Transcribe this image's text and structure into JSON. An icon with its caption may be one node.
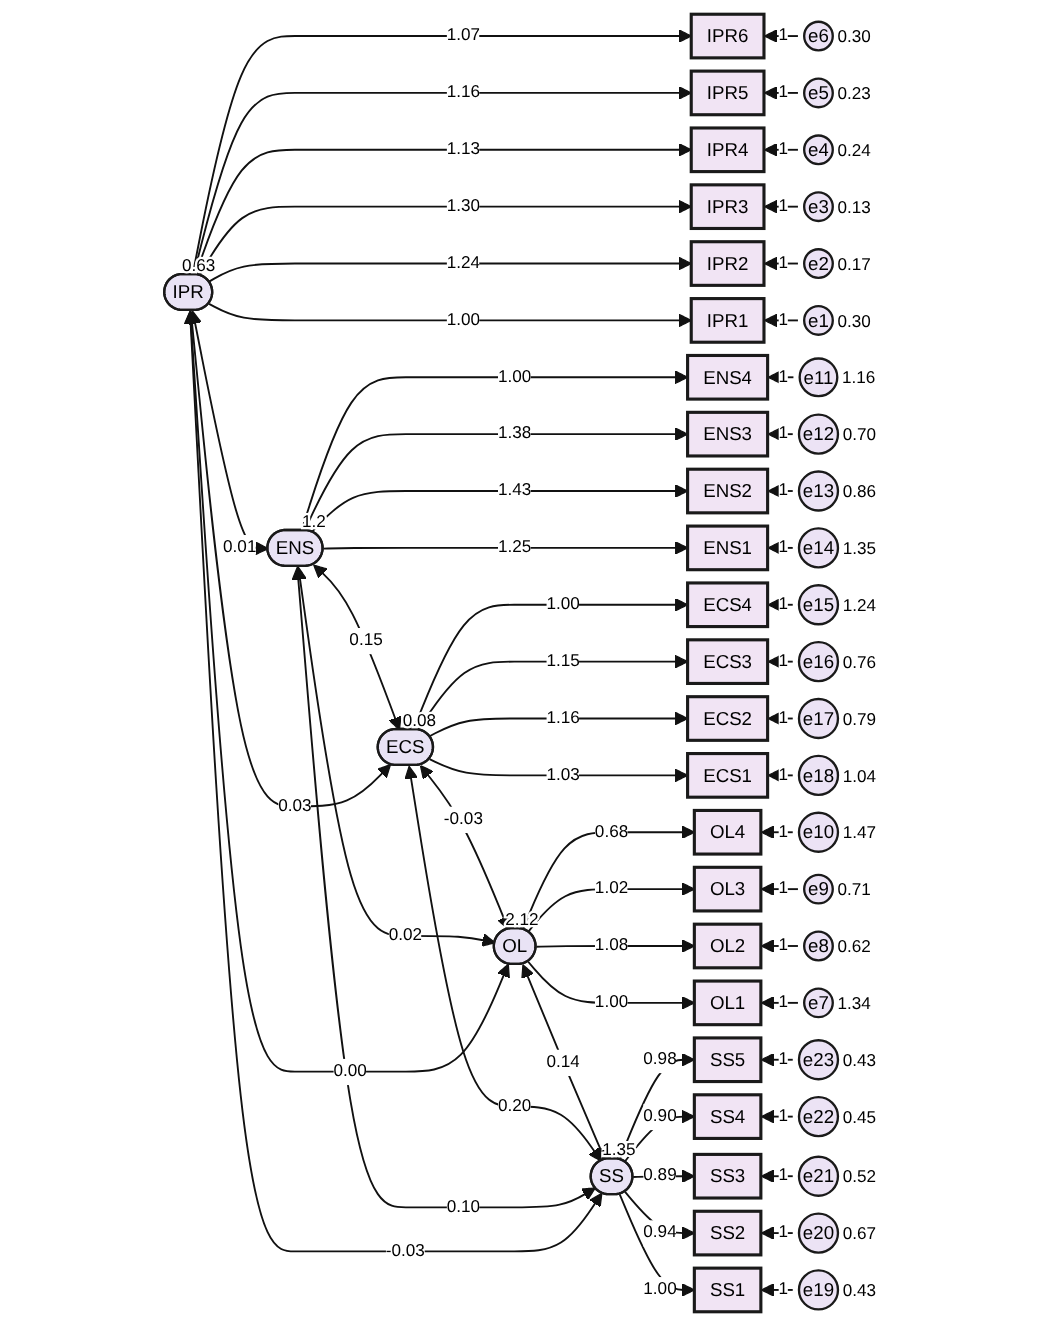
{
  "diagram": {
    "nodes": [
      {
        "text": [
          "IPR"
        ],
        "beside": [
          "0.63"
        ]
      },
      {
        "text": [
          "IPR6"
        ]
      },
      {
        "text": [
          "IPR5"
        ]
      },
      {
        "text": [
          "IPR4"
        ]
      },
      {
        "text": [
          "IPR3"
        ]
      },
      {
        "text": [
          "IPR2"
        ]
      },
      {
        "text": [
          "IPR1"
        ]
      },
      {
        "text": [
          "e6"
        ],
        "beside": [
          "0.30"
        ]
      },
      {
        "text": [
          "e5"
        ],
        "beside": [
          "0.23"
        ]
      },
      {
        "text": [
          "e4"
        ],
        "beside": [
          "0.24"
        ]
      },
      {
        "text": [
          "e3"
        ],
        "beside": [
          "0.13"
        ]
      },
      {
        "text": [
          "e2"
        ],
        "beside": [
          "0.17"
        ]
      },
      {
        "text": [
          "e1"
        ],
        "beside": [
          "0.30"
        ]
      },
      {
        "text": [
          "ENS"
        ],
        "beside": [
          "1.2"
        ]
      },
      {
        "text": [
          "ENS4"
        ]
      },
      {
        "text": [
          "ENS3"
        ]
      },
      {
        "text": [
          "ENS2"
        ]
      },
      {
        "text": [
          "ENS1"
        ]
      },
      {
        "text": [
          "e11"
        ],
        "beside": [
          "1.16"
        ]
      },
      {
        "text": [
          "e12"
        ],
        "beside": [
          "0.70"
        ]
      },
      {
        "text": [
          "e13"
        ],
        "beside": [
          "0.86"
        ]
      },
      {
        "text": [
          "e14"
        ],
        "beside": [
          "1.35"
        ]
      },
      {
        "text": [
          "ECS"
        ],
        "beside": [
          "0.08"
        ]
      },
      {
        "text": [
          "ECS4"
        ]
      },
      {
        "text": [
          "ECS3"
        ]
      },
      {
        "text": [
          "ECS2"
        ]
      },
      {
        "text": [
          "ECS1"
        ]
      },
      {
        "text": [
          "e15"
        ],
        "beside": [
          "1.24"
        ]
      },
      {
        "text": [
          "e16"
        ],
        "beside": [
          "0.76"
        ]
      },
      {
        "text": [
          "e17"
        ],
        "beside": [
          "0.79"
        ]
      },
      {
        "text": [
          "e18"
        ],
        "beside": [
          "1.04"
        ]
      },
      {
        "text": [
          "OL"
        ],
        "beside": [
          "2.12"
        ]
      },
      {
        "text": [
          "OL4"
        ]
      },
      {
        "text": [
          "OL3"
        ]
      },
      {
        "text": [
          "OL2"
        ]
      },
      {
        "text": [
          "OL1"
        ]
      },
      {
        "text": [
          "e10"
        ],
        "beside": [
          "1.47"
        ]
      },
      {
        "text": [
          "e9"
        ],
        "beside": [
          "0.71"
        ]
      },
      {
        "text": [
          "e8"
        ],
        "beside": [
          "0.62"
        ]
      },
      {
        "text": [
          "e7"
        ],
        "beside": [
          "1.34"
        ]
      },
      {
        "text": [
          "SS"
        ],
        "beside": [
          "1.35"
        ]
      },
      {
        "text": [
          "SS5"
        ]
      },
      {
        "text": [
          "SS4"
        ]
      },
      {
        "text": [
          "SS3"
        ]
      },
      {
        "text": [
          "SS2"
        ]
      },
      {
        "text": [
          "SS1"
        ]
      },
      {
        "text": [
          "e23"
        ],
        "beside": [
          "0.43"
        ]
      },
      {
        "text": [
          "e22"
        ],
        "beside": [
          "0.45"
        ]
      },
      {
        "text": [
          "e21"
        ],
        "beside": [
          "0.52"
        ]
      },
      {
        "text": [
          "e20"
        ],
        "beside": [
          "0.67"
        ]
      },
      {
        "text": [
          "e19"
        ],
        "beside": [
          "0.43"
        ]
      }
    ],
    "edges": [
      {
        "from": 0,
        "to": 1,
        "arrow": "to",
        "label": "1.07"
      },
      {
        "from": 0,
        "to": 2,
        "arrow": "to",
        "label": "1.16"
      },
      {
        "from": 0,
        "to": 3,
        "arrow": "to",
        "label": "1.13"
      },
      {
        "from": 0,
        "to": 4,
        "arrow": "to",
        "label": "1.30"
      },
      {
        "from": 0,
        "to": 5,
        "arrow": "to",
        "label": "1.24"
      },
      {
        "from": 0,
        "to": 6,
        "arrow": "to",
        "label": "1.00"
      },
      {
        "from": 7,
        "to": 1,
        "arrow": "to",
        "label": "1"
      },
      {
        "from": 8,
        "to": 2,
        "arrow": "to",
        "label": "1"
      },
      {
        "from": 9,
        "to": 3,
        "arrow": "to",
        "label": "1"
      },
      {
        "from": 10,
        "to": 4,
        "arrow": "to",
        "label": "1"
      },
      {
        "from": 11,
        "to": 5,
        "arrow": "to",
        "label": "1"
      },
      {
        "from": 12,
        "to": 6,
        "arrow": "to",
        "label": "1"
      },
      {
        "from": 13,
        "to": 14,
        "arrow": "to",
        "label": "1.00"
      },
      {
        "from": 13,
        "to": 15,
        "arrow": "to",
        "label": "1.38"
      },
      {
        "from": 13,
        "to": 16,
        "arrow": "to",
        "label": "1.43"
      },
      {
        "from": 13,
        "to": 17,
        "arrow": "to",
        "label": "1.25"
      },
      {
        "from": 18,
        "to": 14,
        "arrow": "to",
        "label": "1"
      },
      {
        "from": 19,
        "to": 15,
        "arrow": "to",
        "label": "1"
      },
      {
        "from": 20,
        "to": 16,
        "arrow": "to",
        "label": "1"
      },
      {
        "from": 21,
        "to": 17,
        "arrow": "to",
        "label": "1"
      },
      {
        "from": 22,
        "to": 23,
        "arrow": "to",
        "label": "1.00"
      },
      {
        "from": 22,
        "to": 24,
        "arrow": "to",
        "label": "1.15"
      },
      {
        "from": 22,
        "to": 25,
        "arrow": "to",
        "label": "1.16"
      },
      {
        "from": 22,
        "to": 26,
        "arrow": "to",
        "label": "1.03"
      },
      {
        "from": 27,
        "to": 23,
        "arrow": "to",
        "label": "1"
      },
      {
        "from": 28,
        "to": 24,
        "arrow": "to",
        "label": "1"
      },
      {
        "from": 29,
        "to": 25,
        "arrow": "to",
        "label": "1"
      },
      {
        "from": 30,
        "to": 26,
        "arrow": "to",
        "label": "1"
      },
      {
        "from": 31,
        "to": 32,
        "arrow": "to",
        "label": "0.68"
      },
      {
        "from": 31,
        "to": 33,
        "arrow": "to",
        "label": "1.02"
      },
      {
        "from": 31,
        "to": 34,
        "arrow": "to",
        "label": "1.08"
      },
      {
        "from": 31,
        "to": 35,
        "arrow": "to",
        "label": "1.00"
      },
      {
        "from": 36,
        "to": 32,
        "arrow": "to",
        "label": "1"
      },
      {
        "from": 37,
        "to": 33,
        "arrow": "to",
        "label": "1"
      },
      {
        "from": 38,
        "to": 34,
        "arrow": "to",
        "label": "1"
      },
      {
        "from": 39,
        "to": 35,
        "arrow": "to",
        "label": "1"
      },
      {
        "from": 40,
        "to": 41,
        "arrow": "to",
        "label": "0.98"
      },
      {
        "from": 40,
        "to": 42,
        "arrow": "to",
        "label": "0.90"
      },
      {
        "from": 40,
        "to": 43,
        "arrow": "to",
        "label": "0.89"
      },
      {
        "from": 40,
        "to": 44,
        "arrow": "to",
        "label": "0.94"
      },
      {
        "from": 40,
        "to": 45,
        "arrow": "to",
        "label": "1.00"
      },
      {
        "from": 46,
        "to": 41,
        "arrow": "to",
        "label": "1"
      },
      {
        "from": 47,
        "to": 42,
        "arrow": "to",
        "label": "1"
      },
      {
        "from": 48,
        "to": 43,
        "arrow": "to",
        "label": "1"
      },
      {
        "from": 49,
        "to": 44,
        "arrow": "to",
        "label": "1"
      },
      {
        "from": 50,
        "to": 45,
        "arrow": "to",
        "label": "1"
      },
      {
        "from": 0,
        "to": 13,
        "arrow": "both",
        "label": "0.01"
      },
      {
        "from": 0,
        "to": 22,
        "arrow": "both",
        "label": "0.03"
      },
      {
        "from": 0,
        "to": 31,
        "arrow": "both",
        "label": "0.00"
      },
      {
        "from": 0,
        "to": 40,
        "arrow": "both",
        "label": "-0.03"
      },
      {
        "from": 13,
        "to": 22,
        "arrow": "both",
        "label": "0.15"
      },
      {
        "from": 13,
        "to": 31,
        "arrow": "both",
        "label": "0.02"
      },
      {
        "from": 13,
        "to": 40,
        "arrow": "both",
        "label": "0.10"
      },
      {
        "from": 22,
        "to": 31,
        "arrow": "both",
        "label": "-0.03"
      },
      {
        "from": 22,
        "to": 40,
        "arrow": "both",
        "label": "0.20"
      },
      {
        "from": 31,
        "to": 40,
        "arrow": "both",
        "label": "0.14"
      }
    ]
  }
}
